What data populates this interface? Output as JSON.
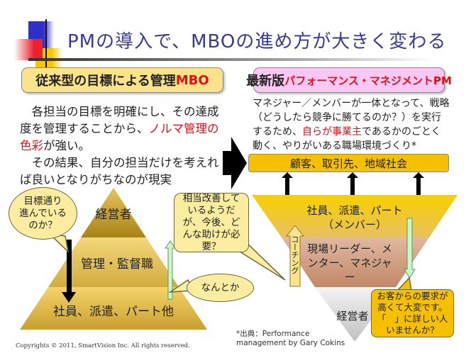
{
  "title": "PMの導入で、MBOの進め方が大きく変わる",
  "left": {
    "header": "従来型の目標による管理",
    "header_accent": "MBO",
    "para1_a": "　各担当の目標を明確にし、その達成度を管理することから、",
    "para1_red": "ノルマ管理の色彩",
    "para1_b": "が強い。",
    "para2": "　その結果、自分の担当だけを考えれば良いとなりがちなのが現実",
    "pyramid": [
      "経営者",
      "管理・監督職",
      "社員、派遣、パート他"
    ],
    "bubble_top": "目標通り進んでいるのか？",
    "bubble_bottom": "なんとか"
  },
  "right": {
    "header": "最新版",
    "header_accent": "パフォーマンス・マネジメントPM",
    "para_a": "マネジャー／メンバーが一体となって、戦略（どうしたら競争に勝てるのか？）を実行するため、",
    "para_red": "自らが事業主",
    "para_b": "であるかのごとく動く、やりがいある職場環境づくり*",
    "customers": "顧客、取引先、地域社会",
    "inverted": [
      "社員、派遣、パート（メンバー）",
      "現場リーダー、メンター、マネジャー",
      "経営者"
    ],
    "coaching": "コーチング",
    "bubble_mid": "相当改善しているようだが、今後、どんな助けが必要？",
    "bubble_right": "お客からの要求が高くて大変です。「　」に詳しい人いませんか？",
    "footnote": "*出典：Performance management by Gary Cokins"
  },
  "copyright": "Copyrights © 2011, SmartVision Inc. All rights reserved."
}
